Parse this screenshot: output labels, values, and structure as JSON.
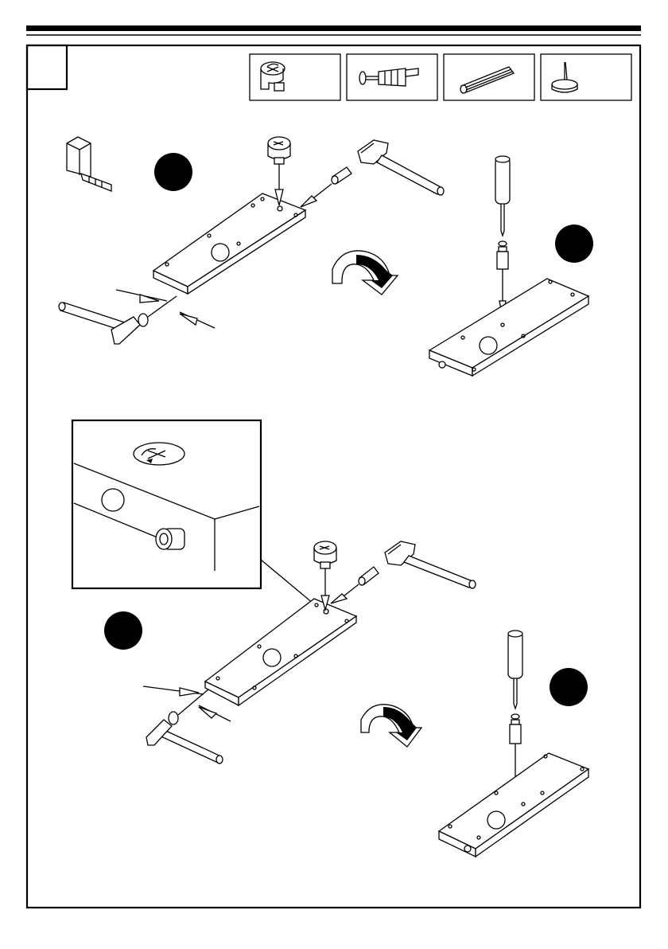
{
  "page": {
    "step_number": "",
    "colors": {
      "ink": "#000000",
      "paper": "#ffffff",
      "badge": "#1a1a1a"
    }
  },
  "parts": [
    {
      "icon": "cam-lock-icon",
      "qty": ""
    },
    {
      "icon": "cam-bolt-icon",
      "qty": ""
    },
    {
      "icon": "wooden-dowel-icon",
      "qty": ""
    },
    {
      "icon": "nail-foot-icon",
      "qty": ""
    }
  ],
  "sequence": {
    "top_panel": [
      "tape-measure-icon",
      "step-badge-a",
      "cam-lock-icon",
      "dowel-icon",
      "hammer-icon",
      "panel-board",
      "flip-arrow-icon",
      "screwdriver-icon",
      "cam-bolt-icon",
      "step-badge-b"
    ],
    "bottom_panel": [
      "detail-callout",
      "step-badge-c",
      "cam-lock-icon",
      "dowel-icon",
      "hammer-icon",
      "panel-board",
      "flip-arrow-icon",
      "screwdriver-icon",
      "cam-bolt-icon",
      "step-badge-d"
    ]
  }
}
